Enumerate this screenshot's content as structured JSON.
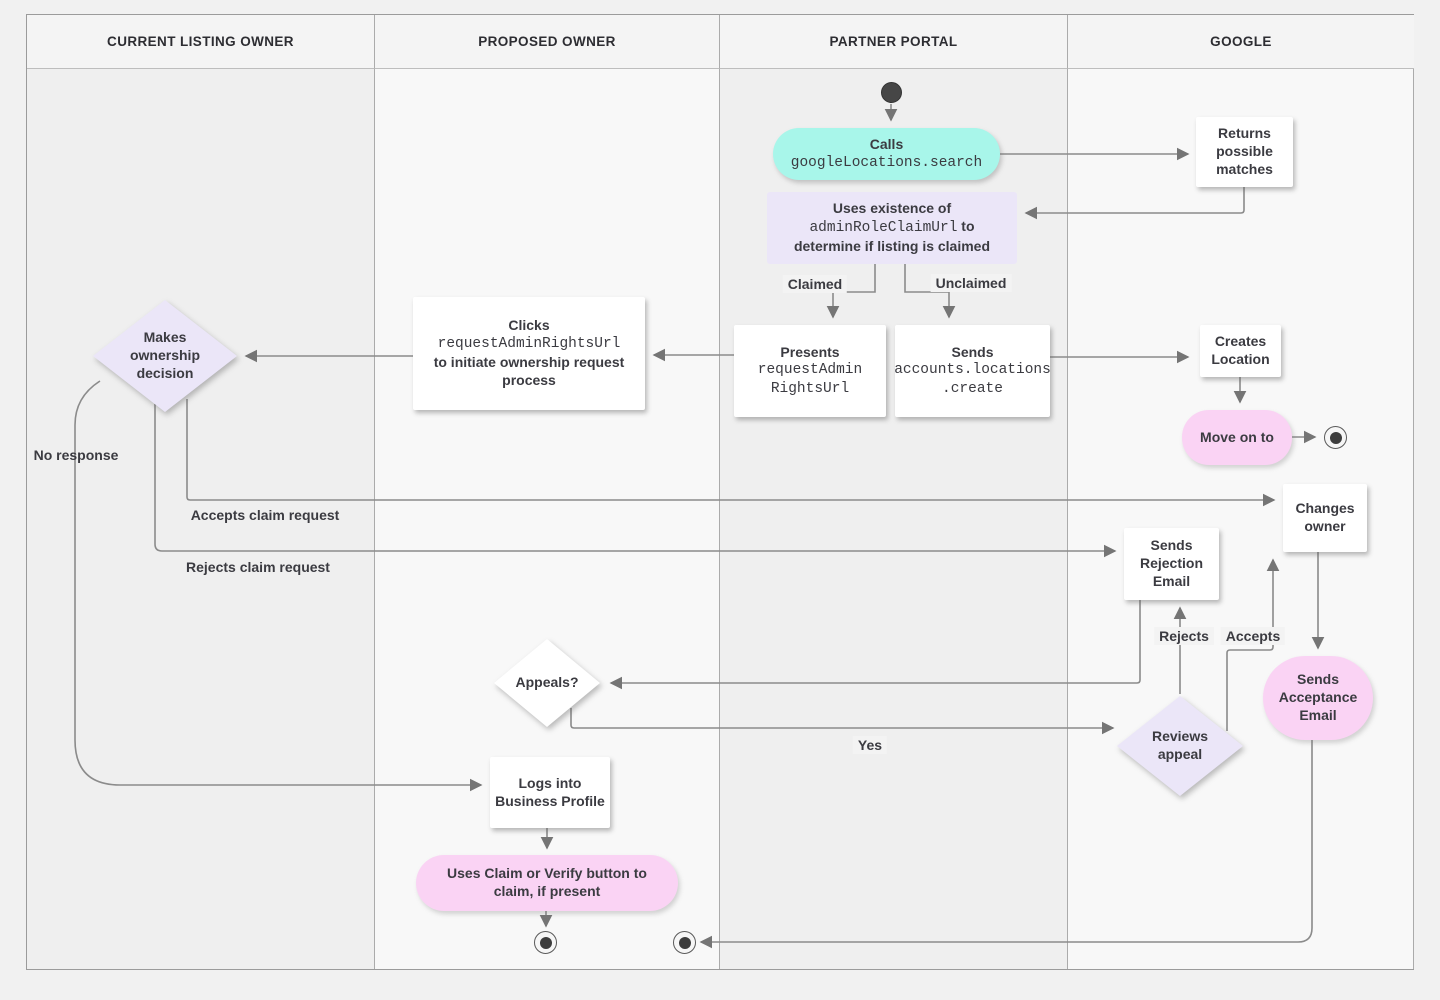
{
  "diagram": {
    "lanes": [
      {
        "label": "CURRENT LISTING OWNER"
      },
      {
        "label": "PROPOSED OWNER"
      },
      {
        "label": "PARTNER PORTAL"
      },
      {
        "label": "GOOGLE"
      }
    ],
    "nodes": {
      "calls": {
        "label": "Calls",
        "code": "googleLocations.search"
      },
      "returns_matches": {
        "label": "Returns possible matches"
      },
      "uses_existence": {
        "l1": "Uses existence of",
        "code": "adminRoleClaimUrl",
        "l2": "to",
        "l3": "determine if listing is claimed"
      },
      "presents": {
        "label": "Presents",
        "code1": "requestAdmin",
        "code2": "RightsUrl"
      },
      "sends_create": {
        "label": "Sends",
        "code1": "accounts.locations",
        "code2": ".create"
      },
      "clicks": {
        "label": "Clicks",
        "code": "requestAdminRightsUrl",
        "rest": "to initiate ownership request process"
      },
      "makes_decision": {
        "label": "Makes ownership decision"
      },
      "creates_location": {
        "label": "Creates Location"
      },
      "move_on": {
        "label": "Move on to"
      },
      "changes_owner": {
        "label": "Changes owner"
      },
      "sends_rejection": {
        "label": "Sends Rejection Email"
      },
      "sends_acceptance": {
        "label": "Sends Acceptance Email"
      },
      "reviews_appeal": {
        "label": "Reviews appeal"
      },
      "appeals": {
        "label": "Appeals?"
      },
      "logs_in": {
        "label": "Logs into Business Profile"
      },
      "claim_verify": {
        "label": "Uses Claim or Verify button to claim, if present"
      }
    },
    "edge_labels": {
      "claimed": "Claimed",
      "unclaimed": "Unclaimed",
      "no_response": "No response",
      "accepts_claim": "Accepts claim request",
      "rejects_claim": "Rejects claim request",
      "rejects": "Rejects",
      "accepts": "Accepts",
      "yes": "Yes"
    },
    "colors": {
      "teal_action": "#a8f6ea",
      "lavender_decision": "#ebe6f8",
      "pink_action": "#fad3f4",
      "edge_line": "#8b8b8b",
      "text": "#3b3b41",
      "lane_gray": "#efefef",
      "lane_light": "#f8f8f8"
    }
  }
}
